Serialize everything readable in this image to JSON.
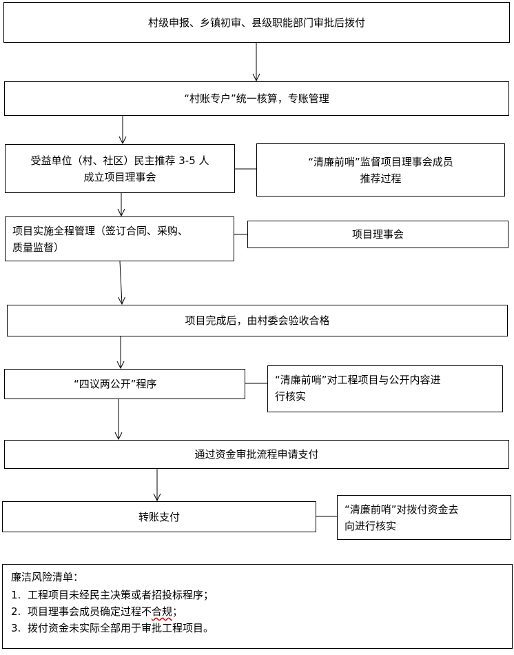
{
  "flow": {
    "step1": "村级申报、乡镇初审、县级职能部门审批后拨付",
    "step2": "“村账专户”统一核算，专账管理",
    "step3_line1": "受益单位（村、社区）民主推荐 3-5 人",
    "step3_line2": "成立项目理事会",
    "step3_side_line1": "“清廉前哨”监督项目理事会成员",
    "step3_side_line2": "推荐过程",
    "step4_line1": "项目实施全程管理（签订合同、采购、",
    "step4_line2": "质量监督）",
    "step4_side": "项目理事会",
    "step5": "项目完成后，由村委会验收合格",
    "step6": "“四议两公开”程序",
    "step6_side_line1": "“清廉前哨”对工程项目与公开内容进",
    "step6_side_line2": "行核实",
    "step7": "通过资金审批流程申请支付",
    "step8": "转账支付",
    "step8_side_line1": "“清廉前哨”对拨付资金去",
    "step8_side_line2": "向进行核实"
  },
  "risk": {
    "title": "廉洁风险清单：",
    "items": [
      {
        "num": "1.",
        "text": "工程项目未经民主决策或者招投标程序；"
      },
      {
        "num": "2.",
        "text_before": "项目理事会成员确定过程不",
        "text_wavy": "合规",
        "text_after": "；"
      },
      {
        "num": "3.",
        "text": "拨付资金未实际全部用于审批工程项目。"
      }
    ]
  }
}
